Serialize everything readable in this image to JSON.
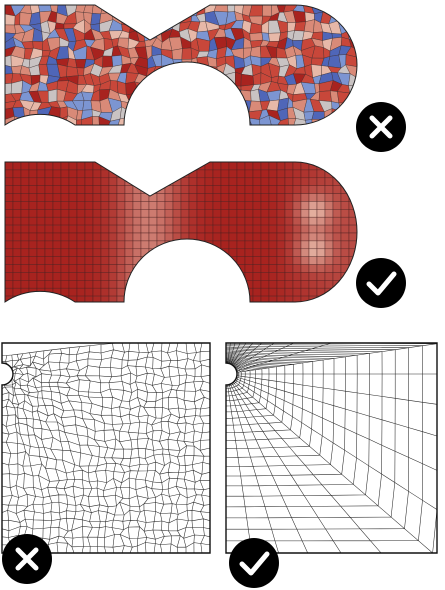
{
  "figure": {
    "panels": [
      {
        "id": "top-bad",
        "kind": "colored-quad-mesh",
        "quality": "bad",
        "badge": "cross-icon"
      },
      {
        "id": "top-good",
        "kind": "colored-quad-mesh",
        "quality": "good",
        "badge": "check-icon"
      },
      {
        "id": "bottom-bad",
        "kind": "wireframe-quad-mesh",
        "quality": "bad",
        "badge": "cross-icon"
      },
      {
        "id": "bottom-good",
        "kind": "wireframe-quad-mesh",
        "quality": "good",
        "badge": "check-icon"
      }
    ],
    "colors": {
      "mesh_red_dark": "#a8231f",
      "mesh_red": "#c8473a",
      "mesh_salmon": "#d98a78",
      "mesh_pink": "#e7b8a8",
      "mesh_gray": "#c9c3c3",
      "mesh_blue": "#7c95d2",
      "mesh_blue_dark": "#4f66b8",
      "wire": "#2a2a2a",
      "badge": "#000000"
    }
  }
}
